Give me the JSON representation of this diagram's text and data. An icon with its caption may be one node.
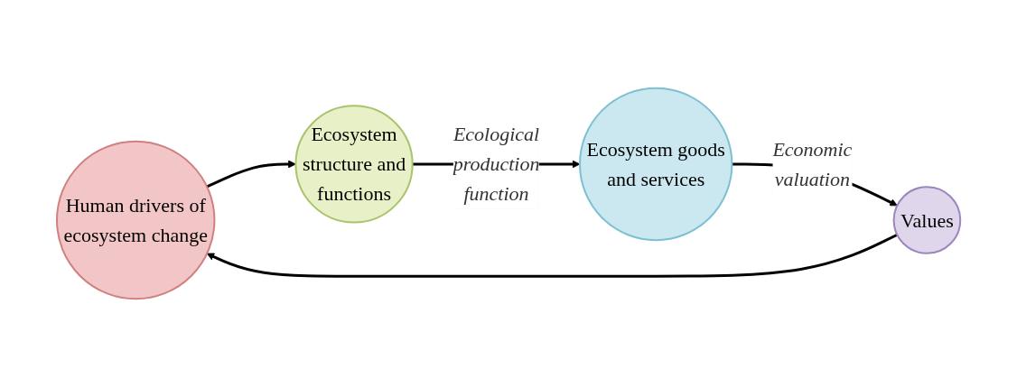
{
  "diagram": {
    "nodes": [
      {
        "text": [
          "Human drivers of ecosystem change"
        ]
      },
      {
        "text": [
          "Ecosystem structure and functions"
        ]
      },
      {
        "text": [
          "Ecosystem goods and services"
        ]
      },
      {
        "text": [
          "Values"
        ]
      }
    ],
    "edges": [
      {
        "from": 0,
        "to": 1,
        "arrow": "to"
      },
      {
        "from": 1,
        "to": 2,
        "arrow": "to",
        "label": "Ecological production function"
      },
      {
        "from": 2,
        "to": 3,
        "arrow": "to",
        "label": "Economic valuation"
      },
      {
        "from": 3,
        "to": 0,
        "arrow": "to"
      }
    ]
  }
}
